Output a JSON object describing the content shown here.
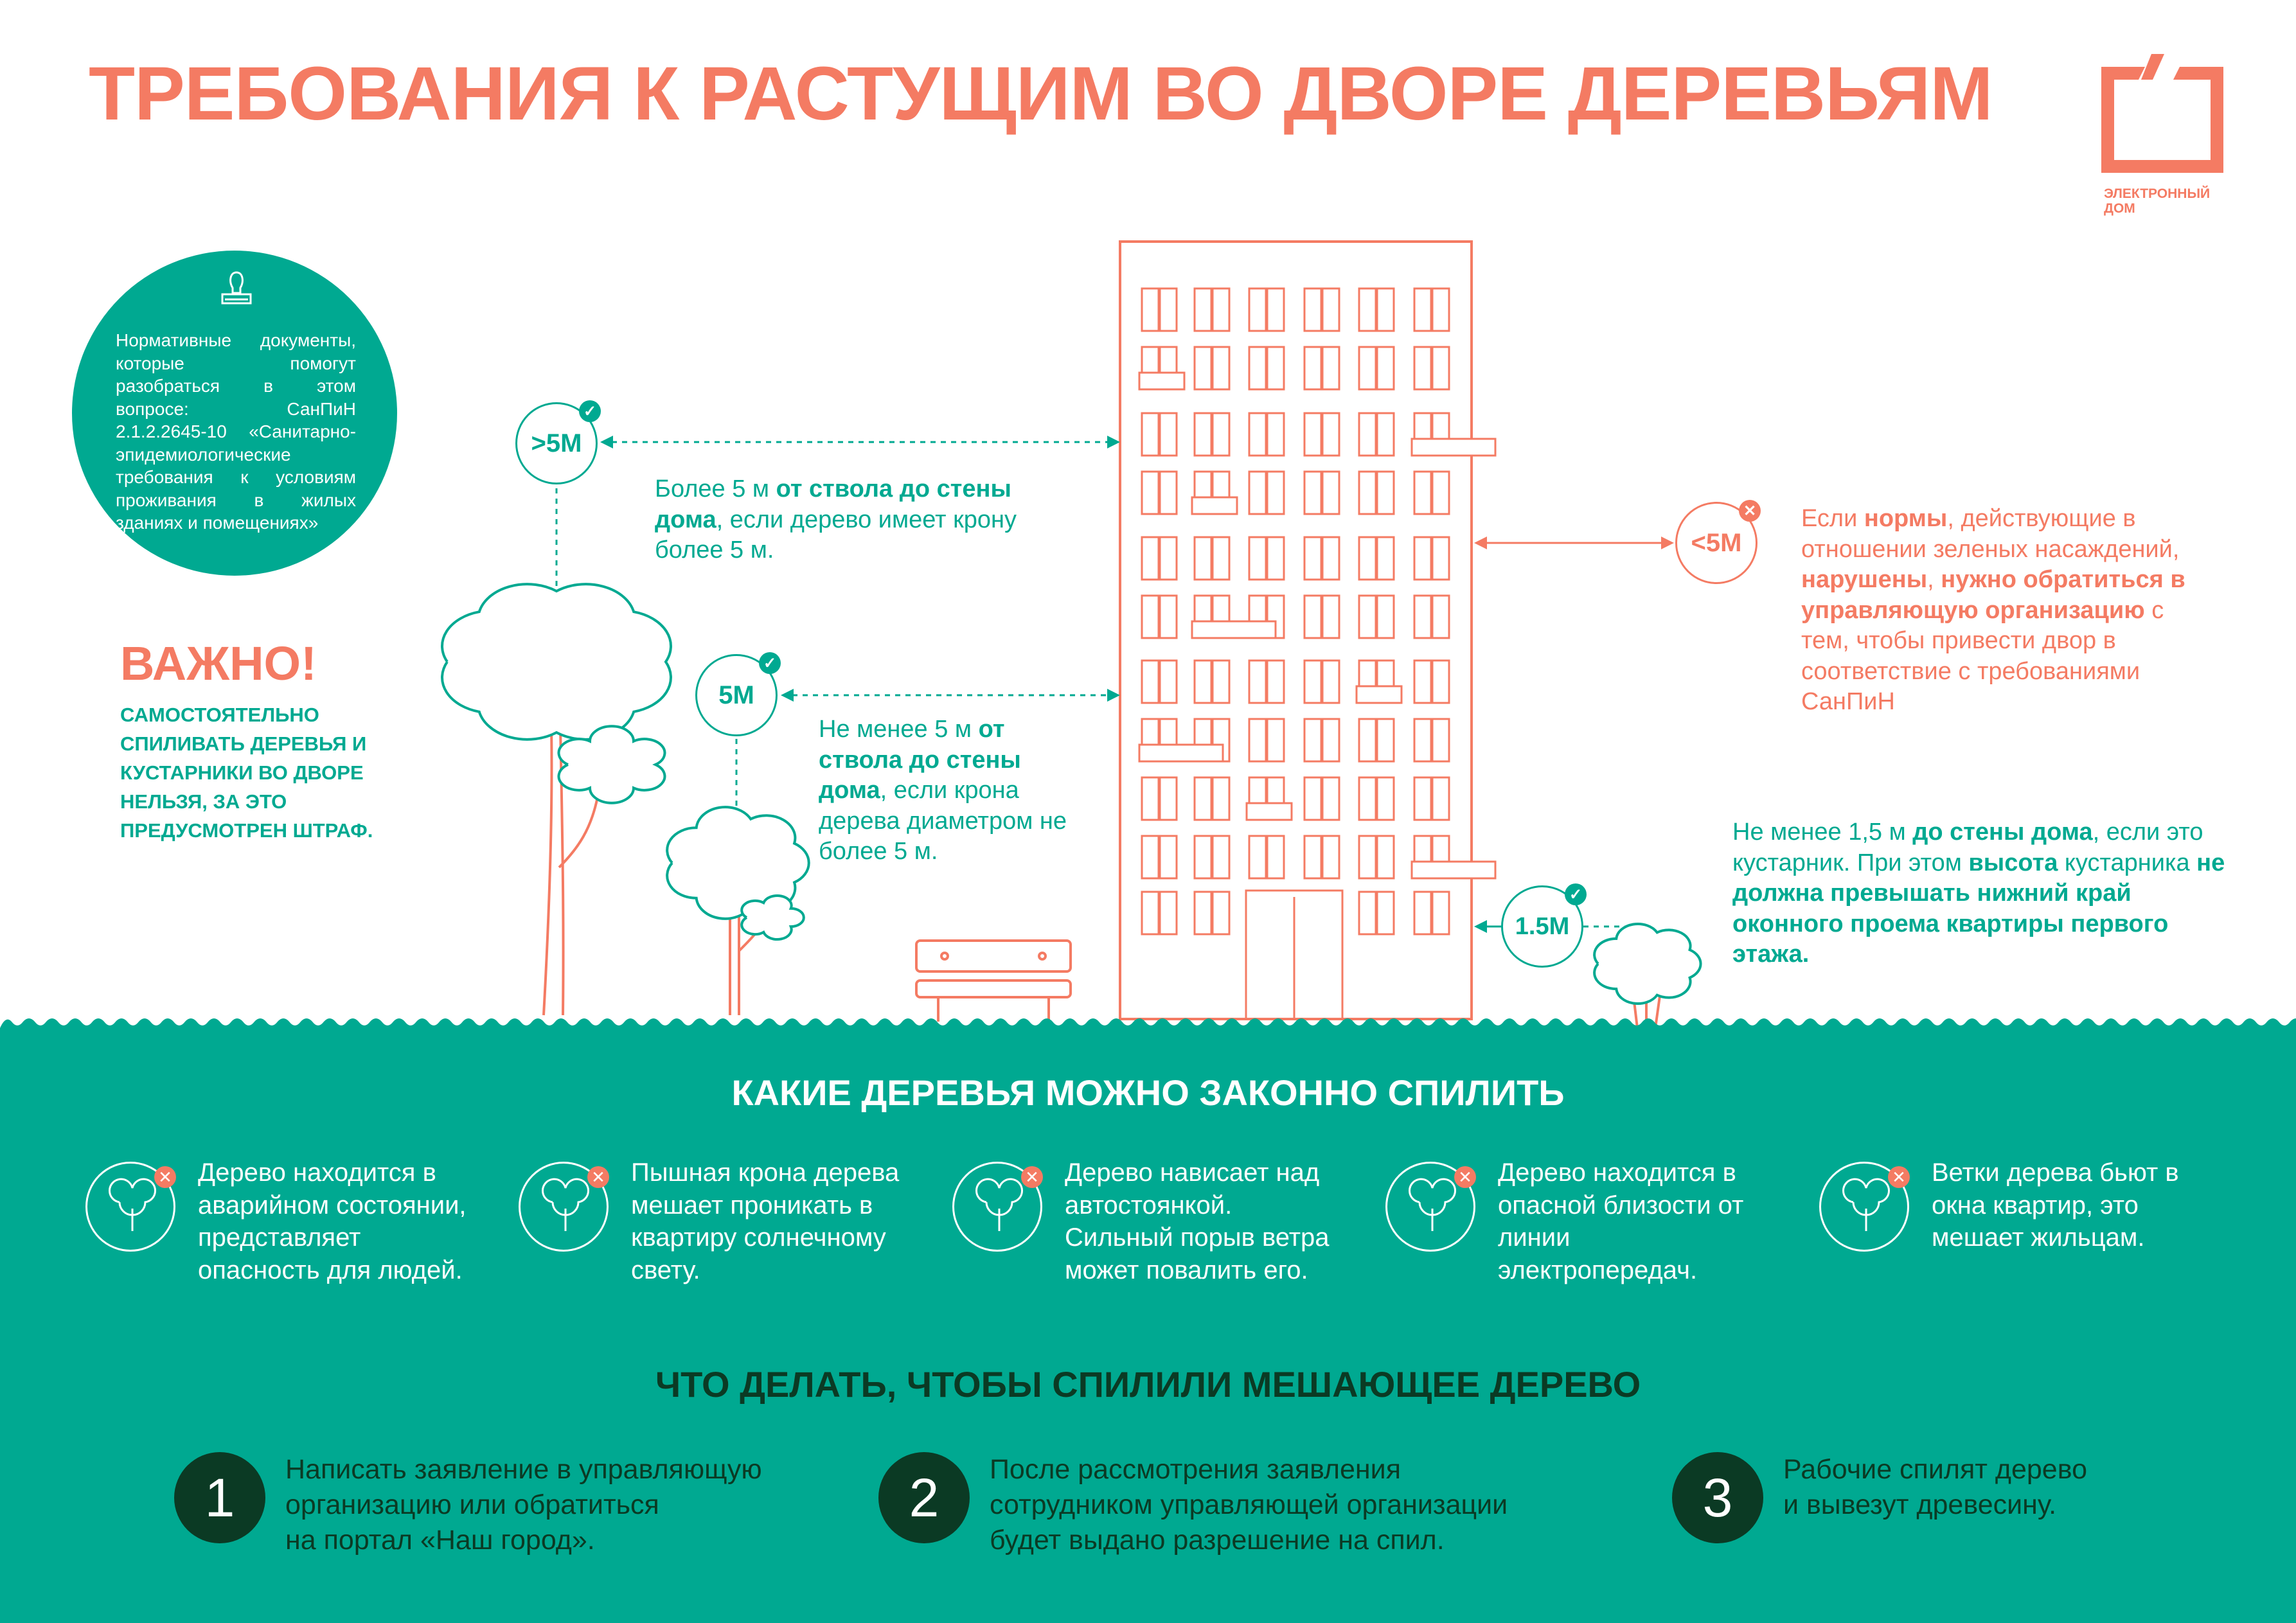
{
  "title": "ТРЕБОВАНИЯ К РАСТУЩИМ ВО ДВОРЕ ДЕРЕВЬЯМ",
  "logo": {
    "text": "ЭЛЕКТРОННЫЙ ДОМ",
    "line1": "ЭЛЕКТРОННЫЙ",
    "line2": "ДОМ"
  },
  "colors": {
    "coral": "#F47B63",
    "teal": "#00A991",
    "dark_green": "#0B3A24"
  },
  "docs": {
    "icon": "stamp-icon",
    "text": "Нормативные документы, которые помогут разобраться в этом вопросе: СанПиН 2.1.2.2645-10 «Санитарно-эпидемиологические требования к условиям проживания в жилых зданиях и помещениях»"
  },
  "important": {
    "title": "ВАЖНО!",
    "text": "Самостоятельно спиливать деревья и кустарники во дворе нельзя, за это предусмотрен штраф."
  },
  "distances": {
    "more5": {
      "label": ">5M",
      "status": "ok"
    },
    "eq5": {
      "label": "5M",
      "status": "ok"
    },
    "less5": {
      "label": "<5M",
      "status": "violation"
    },
    "m15": {
      "label": "1.5M",
      "status": "ok"
    }
  },
  "notes": {
    "note1": [
      {
        "t": "Более 5 м "
      },
      {
        "t": "от ствола до стены дома",
        "b": true
      },
      {
        "t": ", если дерево имеет крону более 5 м."
      }
    ],
    "note2": [
      {
        "t": "Не менее 5 м "
      },
      {
        "t": "от ствола до стены дома",
        "b": true
      },
      {
        "t": ", если крона дерева диаметром не более 5 м."
      }
    ],
    "note3": [
      {
        "t": "Если "
      },
      {
        "t": "нормы",
        "b": true
      },
      {
        "t": ", действующие в отношении зеленых насаждений, "
      },
      {
        "t": "нарушены",
        "b": true
      },
      {
        "t": ", "
      },
      {
        "t": "нужно обратиться в управляющую организацию",
        "b": true
      },
      {
        "t": " с тем, чтобы привести двор в соответствие с требованиями СанПиН"
      }
    ],
    "note4": [
      {
        "t": "Не менее 1,5 м "
      },
      {
        "t": "до стены дома",
        "b": true
      },
      {
        "t": ", если это кустарник. При этом "
      },
      {
        "t": "высота",
        "b": true
      },
      {
        "t": " кустарника "
      },
      {
        "t": "не должна превышать нижний край оконного проема квартиры первого этажа.",
        "b": true
      }
    ]
  },
  "reasons": {
    "title": "КАКИЕ ДЕРЕВЬЯ МОЖНО ЗАКОННО СПИЛИТЬ",
    "items": [
      {
        "icon": "broken-tree-icon",
        "text": "Дерево находится в аварийном состоянии, представляет опасность для людей."
      },
      {
        "icon": "tree-blocking-window-icon",
        "text": "Пышная крона дерева мешает проникать в квартиру солнечному свету."
      },
      {
        "icon": "tree-over-car-icon",
        "text": "Дерево нависает над автостоянкой. Сильный порыв ветра может повалить его."
      },
      {
        "icon": "tree-near-power-line-icon",
        "text": "Дерево находится в опасной близости от линии электропередач."
      },
      {
        "icon": "tree-hitting-window-icon",
        "text": "Ветки дерева бьют в окна квартир, это мешает жильцам."
      }
    ]
  },
  "steps": {
    "title": "ЧТО ДЕЛАТЬ, ЧТОБЫ СПИЛИЛИ МЕШАЮЩЕЕ ДЕРЕВО",
    "items": [
      {
        "num": "1",
        "lines": [
          "Написать заявление в управляющую",
          "организацию или обратиться",
          "на портал «Наш город»."
        ]
      },
      {
        "num": "2",
        "lines": [
          "После рассмотрения заявления",
          "сотрудником управляющей организации",
          "будет выдано разрешение на спил."
        ]
      },
      {
        "num": "3",
        "lines": [
          "Рабочие спилят дерево",
          "и вывезут древесину."
        ]
      }
    ]
  }
}
